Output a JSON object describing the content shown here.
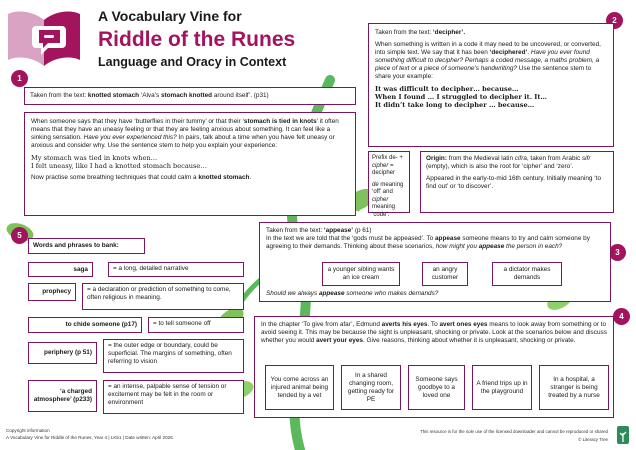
{
  "header": {
    "title_line1": "A Vocabulary Vine for",
    "title_line2": "Riddle of the Runes",
    "subtitle": "Language and Oracy in Context"
  },
  "colors": {
    "accent": "#a3145e",
    "border": "#7a1560",
    "vine": "#5cb85c",
    "leaf": "#7dc25a"
  },
  "section1": {
    "number": "1",
    "quote_prefix": "Taken from the text: ",
    "quote_bold": "knotted stomach",
    "quote_mid": " ‘Alva’s ",
    "quote_bold2": "stomach knotted",
    "quote_end": " around itself’. (p31)",
    "body_a": "When someone says that they have ‘butterflies in their tummy’ or that their ‘",
    "body_b": "stomach is tied in knots",
    "body_c": "’ it often means that they have an uneasy feeling or that they are feeling anxious about something. It can feel like a sinking sensation. ",
    "body_d": "Have you ever experienced this?",
    "body_e": " In pairs, talk about a time when you have felt uneasy or anxious and consider why. Use the sentence stem to help you explain your experience:",
    "stem1": "My stomach was tied in knots when…",
    "stem2": "I felt uneasy, like I had a knotted stomach because…",
    "practise_a": "Now practise some breathing techniques that could calm a ",
    "practise_b": "knotted stomach",
    "practise_c": "."
  },
  "section2": {
    "number": "2",
    "quote_prefix": "Taken from the text: ",
    "quote_bold": "‘decipher’.",
    "body_a": "When something is written in a code it may need to be uncovered, or converted, into simple text. We say that it has been ",
    "body_b": "‘deciphered’",
    "body_c": ". ",
    "body_d": "Have you ever found something difficult to decipher? Perhaps a coded message, a maths problem, a piece of text or a piece of someone’s handwriting?",
    "body_e": " Use the sentence stem to share your example:",
    "stem1": "It was difficult to decipher… because…",
    "stem2": "When I found … I struggled to decipher it. It…",
    "stem3": "It didn’t take long to decipher … because…",
    "prefix_a": "Prefix de- + ",
    "prefix_b": "cipher",
    "prefix_c": " = decipher",
    "prefix_d": "de",
    "prefix_e": " meaning ‘off’ and ",
    "prefix_f": "cipher",
    "prefix_g": " meaning ‘code’.",
    "origin_label": "Origin:",
    "origin_a": " from the Medieval latin ",
    "origin_b": "cifra",
    "origin_c": ", taken from Arabic ",
    "origin_d": "sifr",
    "origin_e": " (empty), which is also the root for ‘cipher’ and ‘zero’.",
    "appeared": "Appeared in the early-to-mid 16th century. Initially meaning ‘to find out’ or ‘to discover’."
  },
  "section3": {
    "number": "3",
    "quote_prefix": "Taken from the text: ",
    "quote_bold": "‘appease’",
    "quote_end": " (p 61)",
    "body_a": "In the text we are told that the ‘gods must be appeased’. To ",
    "body_b": "appease",
    "body_c": " someone means to try and calm someone by agreeing to their demands. Thinking about these scenarios, ",
    "body_d": "how might you ",
    "body_e": "appease",
    "body_f": " the person in each?",
    "scenarios": [
      "a younger sibling wants an ice cream",
      "an angry customer",
      "a dictator makes demands"
    ],
    "question_a": "Should we always ",
    "question_b": "appease",
    "question_c": " someone who makes demands?"
  },
  "section4": {
    "number": "4",
    "body_a": "In the chapter ‘To give from afar’, Edmund ",
    "body_b": "averts his eyes",
    "body_c": ". To ",
    "body_d": "avert ones eyes",
    "body_e": " means to look away from something or to avoid seeing it. This may be because the sight is unpleasant, shocking or private. Look at the scenarios below and discuss whether you would ",
    "body_f": "avert your eyes",
    "body_g": ". Give reasons, thinking about whether it is unpleasant, shocking or private.",
    "scenarios": [
      "You come across an injured animal being tended by a vet",
      "In a shared changing room, getting ready for PE",
      "Someone says goodbye to a loved one",
      "A friend trips up in the playground",
      "In a hospital, a stranger is being treated by a nurse"
    ]
  },
  "section5": {
    "number": "5",
    "heading": "Words and phrases to bank:",
    "items": [
      {
        "term": "saga",
        "def": "= a long, detailed narrative"
      },
      {
        "term": "prophecy",
        "def": "= a declaration or prediction of something to come, often religious in meaning."
      },
      {
        "term": "to chide someone (p17)",
        "def": "= to tell someone off"
      },
      {
        "term": "periphery (p 51)",
        "def": "= the outer edge or boundary, could be superficial. The margins of something, often referring to vision"
      },
      {
        "term": "‘a charged atmosphere’ (p233)",
        "def": "= an intense, palpable sense of tension or excitement may be felt in the room or environment"
      }
    ]
  },
  "footer": {
    "left1": "Copyright information",
    "left2": "A Vocabulary Vine for Riddle of the Runes, Year 4 | LK51 | Date written: April 2026",
    "right1": "This resource is for the sole use of the licensed downloader and cannot be reproduced or shared",
    "right2": "© Literacy Tree"
  }
}
